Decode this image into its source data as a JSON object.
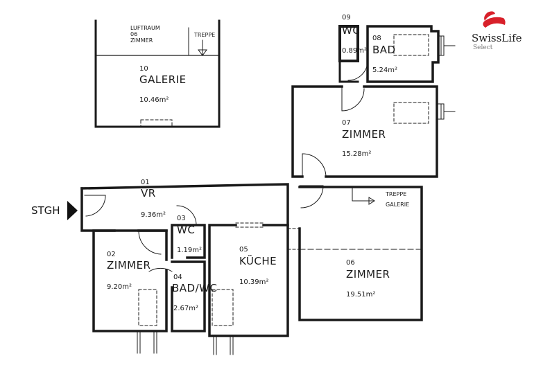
{
  "brand": {
    "name": "SwissLife",
    "sub": "Select",
    "color": "#d8202a"
  },
  "entrance_label": "STGH",
  "rooms": [
    {
      "no": "01",
      "name": "VR",
      "area": "9.36m²"
    },
    {
      "no": "02",
      "name": "ZIMMER",
      "area": "9.20m²"
    },
    {
      "no": "03",
      "name": "WC",
      "area": "1.19m²"
    },
    {
      "no": "04",
      "name": "BAD/WC",
      "area": "2.67m²"
    },
    {
      "no": "05",
      "name": "KÜCHE",
      "area": "10.39m²"
    },
    {
      "no": "06",
      "name": "ZIMMER",
      "area": "19.51m²"
    },
    {
      "no": "07",
      "name": "ZIMMER",
      "area": "15.28m²"
    },
    {
      "no": "08",
      "name": "BAD",
      "area": "5.24m²"
    },
    {
      "no": "09",
      "name": "WC",
      "area": "0.89m²"
    },
    {
      "no": "10",
      "name": "GALERIE",
      "area": "10.46m²"
    }
  ],
  "annotations": {
    "luftraum": [
      "LUFTRAUM",
      "06",
      "ZIMMER"
    ],
    "treppe_top": "TREPPE",
    "treppe_galerie": [
      "TREPPE",
      "GALERIE"
    ]
  }
}
